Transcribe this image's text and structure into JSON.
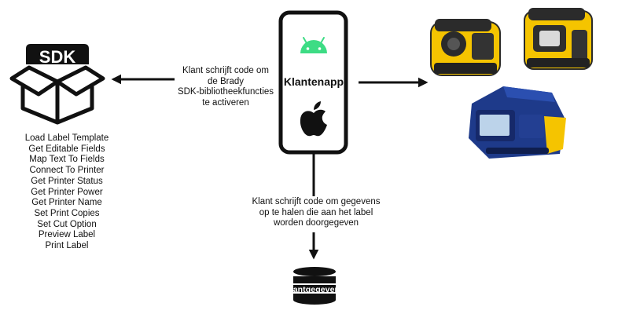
{
  "sdk": {
    "badge_label": "SDK",
    "functions": [
      "Load Label Template",
      "Get Editable Fields",
      "Map Text To Fields",
      "Connect To Printer",
      "Get Printer Status",
      "Get Printer Power",
      "Get Printer Name",
      "Set Print Copies",
      "Set Cut Option",
      "Preview Label",
      "Print Label"
    ]
  },
  "phone": {
    "label": "Klantenapp",
    "os_icons": [
      "android-icon",
      "apple-icon"
    ]
  },
  "edges": {
    "to_sdk_text": [
      "Klant schrijft code om",
      "de Brady",
      "SDK-bibliotheekfuncties",
      "te activeren"
    ],
    "to_database_text": [
      "Klant schrijft code om gegevens",
      "op te halen die aan het label",
      "worden doorgegeven"
    ]
  },
  "database": {
    "label": "Klantgegevens"
  },
  "printers": [
    "label-printer-left",
    "label-printer-right",
    "label-printer-bottom"
  ],
  "colors": {
    "android_green": "#3ddc84",
    "brady_yellow": "#f5c400",
    "printer_blue": "#1e3a8a",
    "ink": "#111111"
  }
}
